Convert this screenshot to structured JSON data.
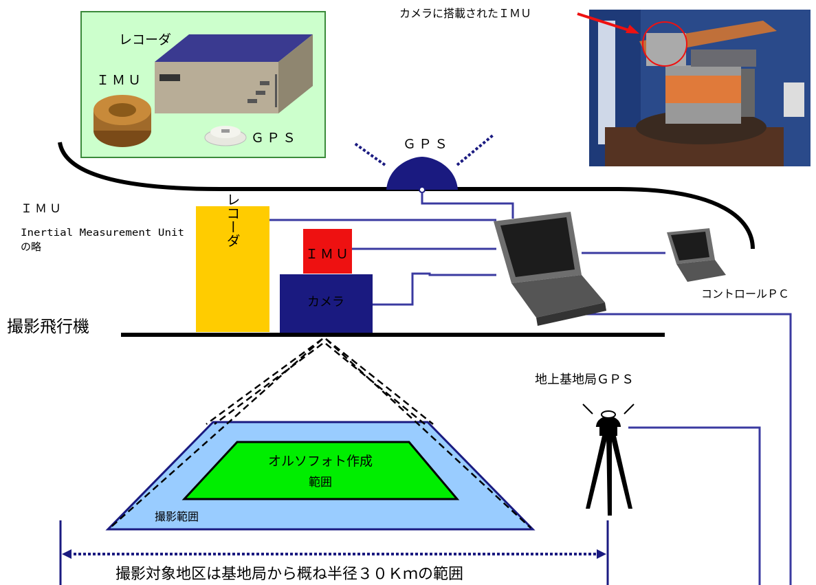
{
  "inset_equipment": {
    "recorder_label": "レコーダ",
    "imu_label": "ＩＭＵ",
    "gps_label": "ＧＰＳ"
  },
  "photo_inset": {
    "annotation": "カメラに搭載されたＩＭＵ"
  },
  "aircraft": {
    "gps_antenna_label": "ＧＰＳ",
    "imu_block_label": "ＩＭＵ",
    "camera_block_label": "カメラ",
    "recorder_block_label": "レコーダ",
    "control_pc_label": "コントロールＰＣ",
    "aircraft_label": "撮影飛行機"
  },
  "imu_note": {
    "line1": "ＩＭＵ",
    "line2": "Inertial Measurement Unit",
    "line3": "の略"
  },
  "ground": {
    "base_station_label": "地上基地局ＧＰＳ",
    "ortho_area_line1": "オルソフォト作成",
    "ortho_area_line2": "範囲",
    "photo_area_label": "撮影範囲",
    "range_note": "撮影対象地区は基地局から概ね半径３０Ｋｍの範囲"
  },
  "colors": {
    "navy": "#1a1a80",
    "cable": "#3a3aa0",
    "recorder_block": "#ffcc00",
    "imu_block": "#ee1111",
    "photo_area": "#99ccff",
    "ortho_area": "#00ee00",
    "inset_bg": "#ccffcc",
    "arrow_red": "#ee1111"
  }
}
